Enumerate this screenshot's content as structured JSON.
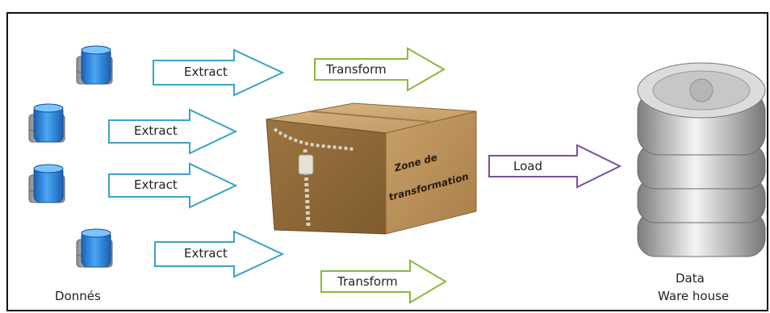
{
  "diagram": {
    "sources_label": "Donnés",
    "arrows": {
      "extract_1": "Extract",
      "extract_2": "Extract",
      "extract_3": "Extract",
      "extract_4": "Extract",
      "transform_top": "Transform",
      "transform_bottom": "Transform",
      "load": "Load"
    },
    "box_label_line1": "Zone de",
    "box_label_line2": "transformation",
    "warehouse_label_line1": "Data",
    "warehouse_label_line2": "Ware house"
  },
  "colors": {
    "extract_arrow": "#3aa3c8",
    "transform_arrow": "#8ab83c",
    "load_arrow": "#7b4f9e",
    "db_blue": "#2f86e0",
    "box_brown": "#b8905a"
  }
}
